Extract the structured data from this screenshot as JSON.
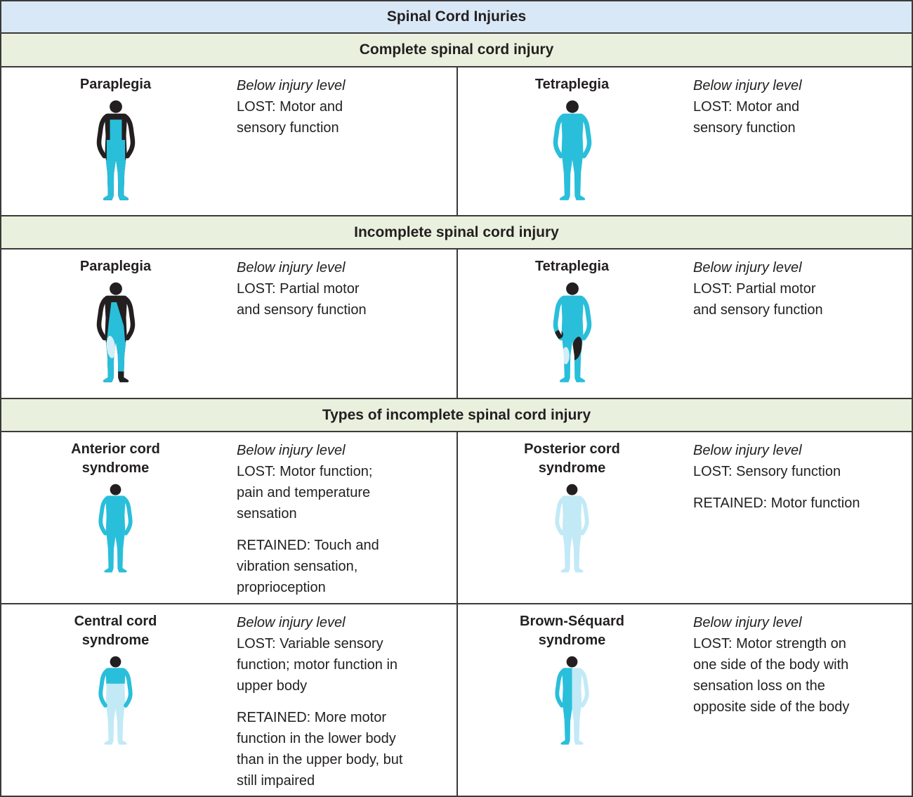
{
  "title": "Spinal Cord Injuries",
  "sections": {
    "complete": {
      "header": "Complete spinal cord injury"
    },
    "incomplete": {
      "header": "Incomplete spinal cord injury"
    },
    "types": {
      "header": "Types of incomplete spinal cord injury"
    }
  },
  "cells": {
    "complete_paraplegia": {
      "label": "Paraplegia",
      "below": "Below injury level",
      "lost": "LOST: Motor and sensory function"
    },
    "complete_tetraplegia": {
      "label": "Tetraplegia",
      "below": "Below injury level",
      "lost": "LOST: Motor and sensory function"
    },
    "incomplete_paraplegia": {
      "label": "Paraplegia",
      "below": "Below injury level",
      "lost": "LOST: Partial motor and sensory function"
    },
    "incomplete_tetraplegia": {
      "label": "Tetraplegia",
      "below": "Below injury level",
      "lost": "LOST: Partial motor and sensory function"
    },
    "anterior": {
      "label": "Anterior cord syndrome",
      "below": "Below injury level",
      "lost": "LOST: Motor function; pain and temperature sensation",
      "retained": "RETAINED: Touch and vibration sensation, proprioception"
    },
    "posterior": {
      "label": "Posterior cord syndrome",
      "below": "Below injury level",
      "lost": "LOST: Sensory function",
      "retained": "RETAINED: Motor function"
    },
    "central": {
      "label": "Central cord syndrome",
      "below": "Below injury level",
      "lost": "LOST: Variable sensory function; motor function in upper body",
      "retained": "RETAINED: More motor function in the lower body than in the upper body, but still impaired"
    },
    "brown_sequard": {
      "label": "Brown-Séquard syndrome",
      "below": "Below injury level",
      "lost": "LOST: Motor strength on one side of the body with sensation loss on the opposite side of the body"
    }
  },
  "colors": {
    "affected_cyan": "#29bfda",
    "pale_cyan": "#c2e9f6",
    "pale_highlight": "#d2eff9",
    "figure_black": "#231f20",
    "title_bg": "#d9e8f6",
    "section_header_bg": "#e9f1de",
    "border": "#3a3a3a"
  }
}
